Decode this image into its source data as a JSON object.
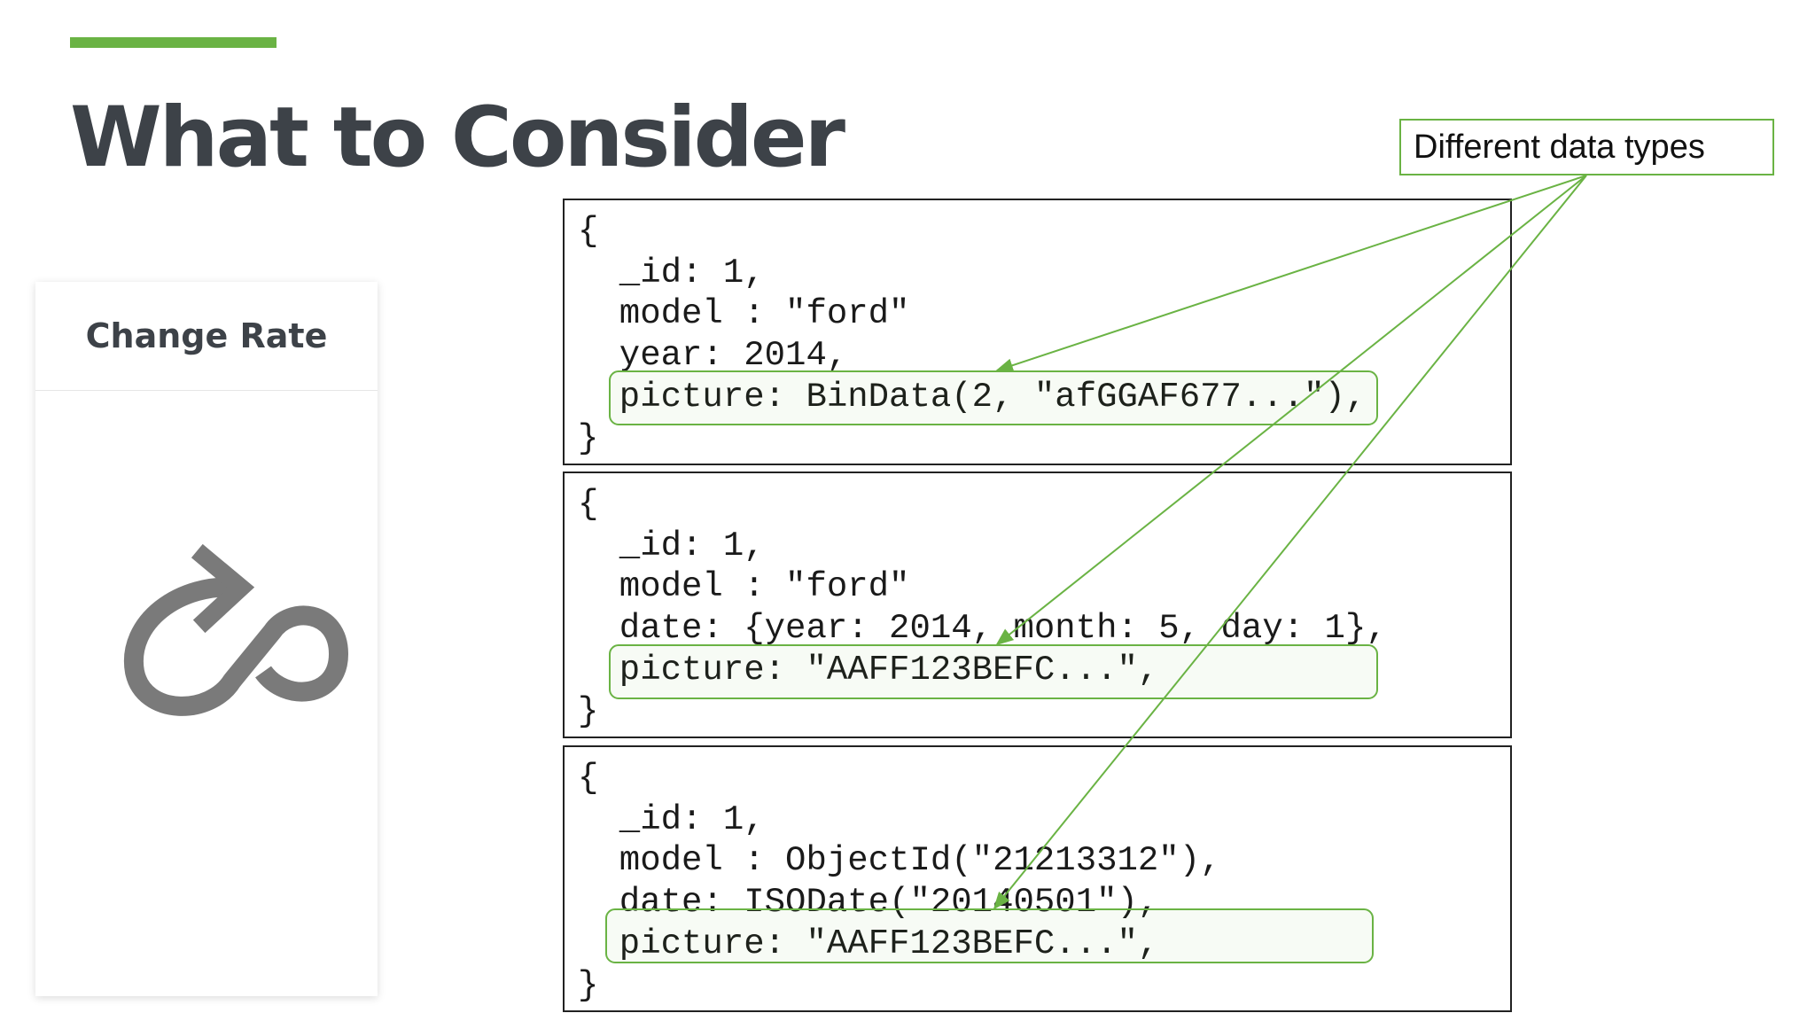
{
  "slide": {
    "title": "What to Consider",
    "accent_color": "#6ab344"
  },
  "card": {
    "title": "Change Rate",
    "icon": "change-rate-icon"
  },
  "callout": {
    "label": "Different data types",
    "color": "#6ab344"
  },
  "documents": [
    {
      "lines": [
        "{",
        "  _id: 1,",
        "  model : \"ford\"",
        "  year: 2014,",
        "  picture: BinData(2, \"afGGAF677...\"),",
        "}"
      ]
    },
    {
      "lines": [
        "{",
        "  _id: 1,",
        "  model : \"ford\"",
        "  date: {year: 2014, month: 5, day: 1},",
        "  picture: \"AAFF123BEFC...\",",
        "}"
      ]
    },
    {
      "lines": [
        "{",
        "  _id: 1,",
        "  model : ObjectId(\"21213312\"),",
        "  date: ISODate(\"20140501\"),",
        "  picture: \"AAFF123BEFC...\",",
        "}"
      ]
    }
  ]
}
